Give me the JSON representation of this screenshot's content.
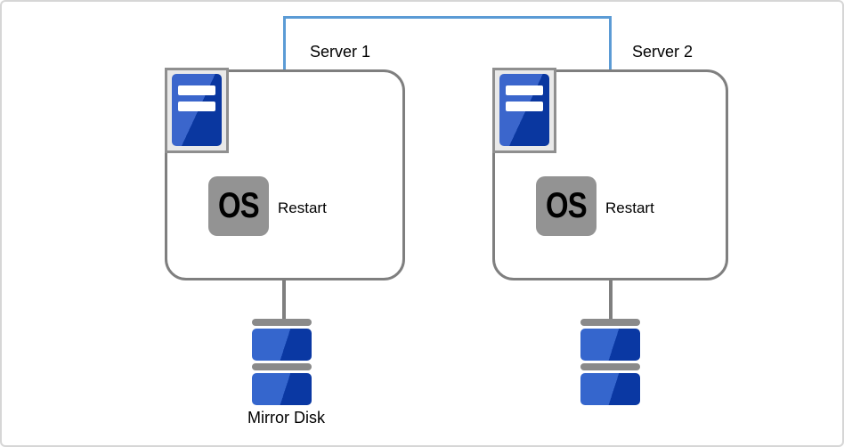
{
  "diagram": {
    "type": "cluster-architecture",
    "background_color": "#FFFFFF",
    "frame_border_color": "#D6D6D6"
  },
  "interconnect": {
    "description": "blue line connecting Server 1 and Server 2",
    "color": "#5B9BD5"
  },
  "servers": [
    {
      "label": "Server 1",
      "os_badge": "OS",
      "action": "Restart"
    },
    {
      "label": "Server 2",
      "os_badge": "OS",
      "action": "Restart"
    }
  ],
  "storage": {
    "label": "Mirror Disk"
  },
  "icons": {
    "server_icon": "blue server tower with two white front panels, one per server box",
    "mirror_disk_icon": "stack of two blue platters with gray separator bars, one per server"
  },
  "colors": {
    "box_border_gray": "#7F7F7F",
    "os_badge_gray": "#939393",
    "icon_frame_gray": "#E9E9E9",
    "icon_frame_border": "#8F8F8F",
    "server_blue_light": "#3B66CC",
    "server_blue_dark": "#0A37A0",
    "disk_blue_light": "#3566CD",
    "disk_blue_dark": "#0A38A3",
    "disk_bar_gray": "#8A8A8A",
    "connector_gray": "#7F7F7F",
    "interconnect_blue": "#5B9BD5",
    "text_color": "#000000"
  }
}
